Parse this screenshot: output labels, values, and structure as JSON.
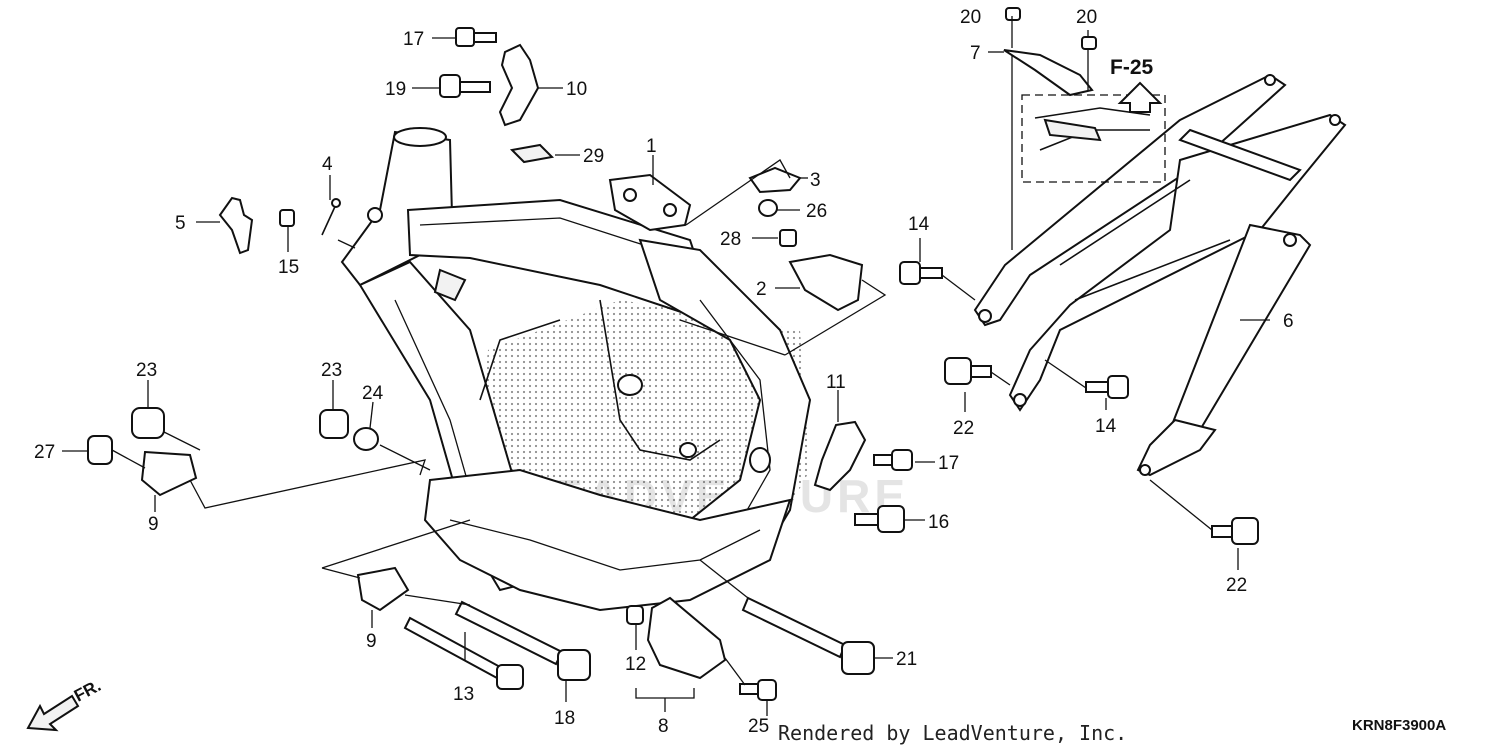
{
  "diagram": {
    "callouts": [
      {
        "id": "c1",
        "text": "1"
      },
      {
        "id": "c2",
        "text": "2"
      },
      {
        "id": "c3",
        "text": "3"
      },
      {
        "id": "c4",
        "text": "4"
      },
      {
        "id": "c5",
        "text": "5"
      },
      {
        "id": "c6",
        "text": "6"
      },
      {
        "id": "c7",
        "text": "7"
      },
      {
        "id": "c8",
        "text": "8"
      },
      {
        "id": "c9a",
        "text": "9"
      },
      {
        "id": "c9b",
        "text": "9"
      },
      {
        "id": "c10",
        "text": "10"
      },
      {
        "id": "c11",
        "text": "11"
      },
      {
        "id": "c12",
        "text": "12"
      },
      {
        "id": "c13",
        "text": "13"
      },
      {
        "id": "c14a",
        "text": "14"
      },
      {
        "id": "c14b",
        "text": "14"
      },
      {
        "id": "c15",
        "text": "15"
      },
      {
        "id": "c16",
        "text": "16"
      },
      {
        "id": "c17a",
        "text": "17"
      },
      {
        "id": "c17b",
        "text": "17"
      },
      {
        "id": "c18",
        "text": "18"
      },
      {
        "id": "c19",
        "text": "19"
      },
      {
        "id": "c20a",
        "text": "20"
      },
      {
        "id": "c20b",
        "text": "20"
      },
      {
        "id": "c21",
        "text": "21"
      },
      {
        "id": "c22a",
        "text": "22"
      },
      {
        "id": "c22b",
        "text": "22"
      },
      {
        "id": "c23a",
        "text": "23"
      },
      {
        "id": "c23b",
        "text": "23"
      },
      {
        "id": "c24",
        "text": "24"
      },
      {
        "id": "c25",
        "text": "25"
      },
      {
        "id": "c26",
        "text": "26"
      },
      {
        "id": "c27",
        "text": "27"
      },
      {
        "id": "c28",
        "text": "28"
      },
      {
        "id": "c29",
        "text": "29"
      }
    ],
    "ref_label": "F-25",
    "direction_label": "FR.",
    "diagram_code": "KRN8F3900A",
    "credit": "Rendered by LeadVenture, Inc.",
    "watermark": "LEADVENTURE"
  }
}
